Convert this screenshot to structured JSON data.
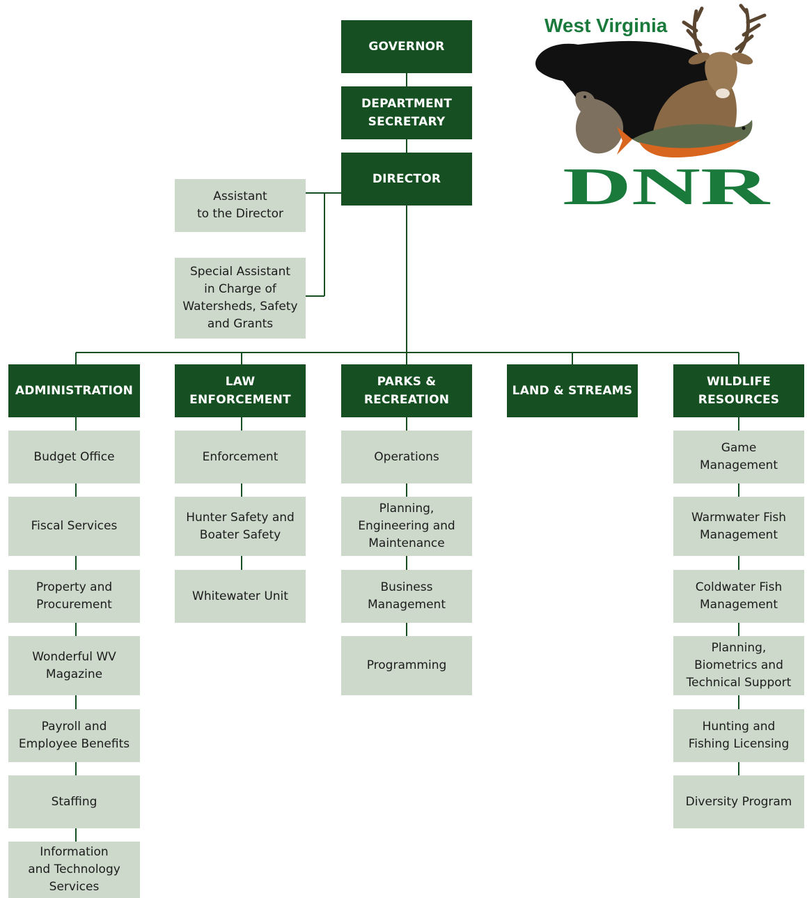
{
  "chart_data": {
    "type": "org_chart",
    "top": [
      "GOVERNOR",
      "DEPARTMENT\nSECRETARY",
      "DIRECTOR"
    ],
    "staff": [
      "Assistant\nto the Director",
      "Special Assistant\nin Charge of\nWatersheds, Safety\nand Grants"
    ],
    "divisions": [
      {
        "name": "ADMINISTRATION",
        "units": [
          "Budget Office",
          "Fiscal Services",
          "Property and\nProcurement",
          "Wonderful WV\nMagazine",
          "Payroll and\nEmployee Benefits",
          "Staffing",
          "Information\nand Technology\nServices"
        ]
      },
      {
        "name": "LAW\nENFORCEMENT",
        "units": [
          "Enforcement",
          "Hunter Safety and\nBoater Safety",
          "Whitewater Unit"
        ]
      },
      {
        "name": "PARKS &\nRECREATION",
        "units": [
          "Operations",
          "Planning,\nEngineering and\nMaintenance",
          "Business\nManagement",
          "Programming"
        ]
      },
      {
        "name": "LAND & STREAMS",
        "units": []
      },
      {
        "name": "WILDLIFE\nRESOURCES",
        "units": [
          "Game\nManagement",
          "Warmwater Fish\nManagement",
          "Coldwater Fish\nManagement",
          "Planning,\nBiometrics and\nTechnical Support",
          "Hunting and\nFishing Licensing",
          "Diversity Program"
        ]
      }
    ]
  },
  "logo": {
    "state_text": "West Virginia",
    "agency_text": "DNR"
  },
  "colors": {
    "dark_box": "#154f22",
    "light_box": "#cddacb",
    "connector": "#154f22",
    "logo_green": "#1a7a3c"
  }
}
